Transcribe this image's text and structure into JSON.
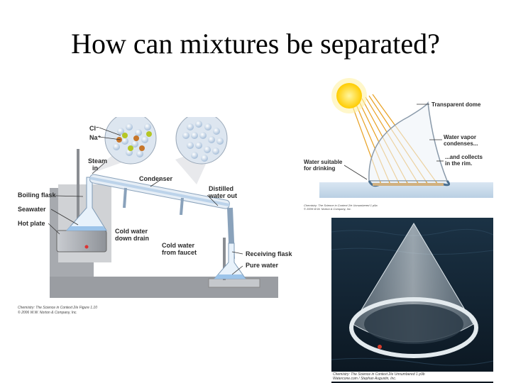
{
  "slide": {
    "title": "How can mixtures be separated?"
  },
  "distillation": {
    "labels": {
      "cl": "Cl⁻",
      "na": "Na⁺",
      "steam_in": [
        "Steam",
        "in"
      ],
      "boiling_flask": "Boiling flask",
      "seawater": "Seawater",
      "hot_plate": "Hot plate",
      "condenser": "Condenser",
      "distilled_water_out": [
        "Distilled",
        "water out"
      ],
      "cold_water_down_drain": [
        "Cold water",
        "down drain"
      ],
      "cold_water_from_faucet": [
        "Cold water",
        "from faucet"
      ],
      "receiving_flask": "Receiving flask",
      "pure_water": "Pure water"
    },
    "caption": [
      "Chemistry: The Science in Context 2/e  Figure 1.10",
      "© 2006 W.W. Norton & Company, Inc."
    ]
  },
  "solar_still": {
    "labels": {
      "transparent_dome": "Transparent dome",
      "water_vapor_condenses": [
        "Water vapor",
        "condenses..."
      ],
      "and_collects": [
        "...and collects",
        "in the rim."
      ],
      "water_suitable": [
        "Water suitable",
        "for drinking"
      ]
    },
    "caption": [
      "Chemistry: The Science in Context 2/e  Unnumbered 1 p9a",
      "© 2009 W.W. Norton & Company, Inc."
    ]
  },
  "photo": {
    "caption": [
      "Chemistry: The Science in Context 2/e  Unnumbered 1 p9b",
      "Watercone.com / Stephan Augustin, Inc."
    ]
  },
  "colors": {
    "water_blue": "#9cc4ea",
    "sun_yellow": "#ffd21a",
    "hot_plate_grey": "#8c8f94"
  }
}
